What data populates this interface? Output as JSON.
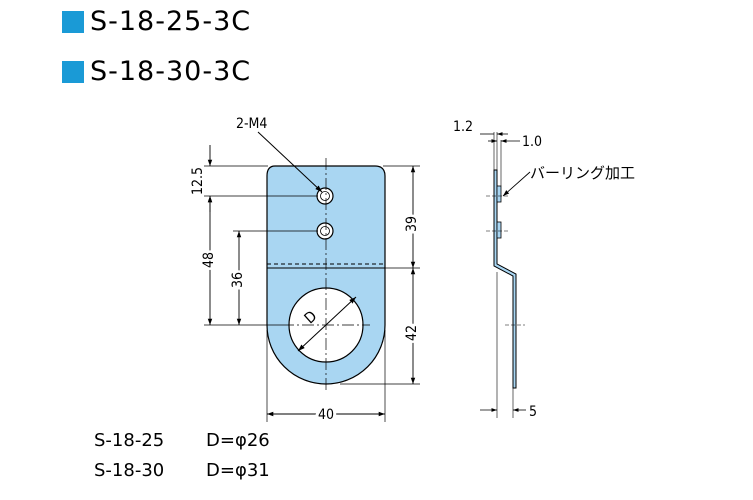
{
  "headings": [
    {
      "text": "S-18-25-3C"
    },
    {
      "text": "S-18-30-3C"
    }
  ],
  "dimensions": {
    "hole_callout": "2-M4",
    "top_offset": "12.5",
    "overall_height": "48",
    "lower_height": "36",
    "upper_right": "39",
    "lower_right": "42",
    "width": "40",
    "diameter_label": "D",
    "thickness_a": "1.2",
    "thickness_b": "1.0",
    "offset": "5",
    "process_note": "バーリング加工"
  },
  "specs": [
    {
      "model": "S-18-25",
      "value": "D=φ26"
    },
    {
      "model": "S-18-30",
      "value": "D=φ31"
    }
  ],
  "colors": {
    "accent": "#1a9ad6",
    "part_fill": "#a9d6f2"
  }
}
